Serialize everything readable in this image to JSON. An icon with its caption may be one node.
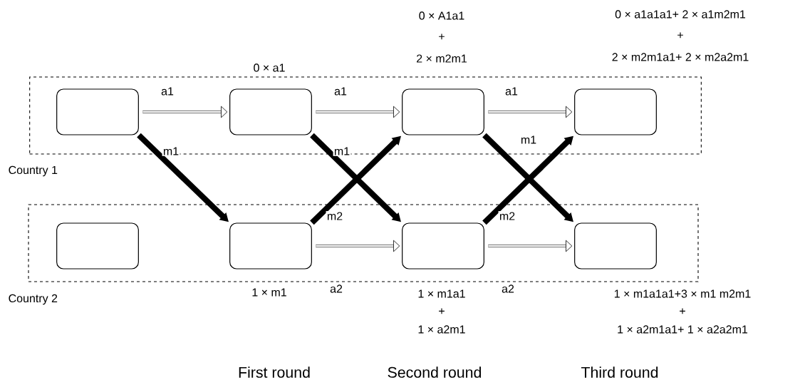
{
  "diagram": {
    "nodes": [
      {
        "text": [
          "Country 1"
        ]
      },
      {
        "text": [],
        "shape": "box",
        "in": 0
      },
      {
        "text": [],
        "shape": "box",
        "in": 0,
        "beside": [
          "0 × a1"
        ]
      },
      {
        "text": [],
        "shape": "box",
        "in": 0,
        "beside": [
          "0 × A1a1",
          "+",
          "2 × m2m1"
        ]
      },
      {
        "text": [],
        "shape": "box",
        "in": 0,
        "beside": [
          "0 × a1a1a1+ 2 × a1m2m1",
          "+",
          "2 × m2m1a1+ 2 × m2a2m1"
        ]
      },
      {
        "text": [
          "Country 2"
        ]
      },
      {
        "text": [],
        "shape": "box",
        "in": 5
      },
      {
        "text": [],
        "shape": "box",
        "in": 5,
        "beside": [
          "1 × m1"
        ]
      },
      {
        "text": [],
        "shape": "box",
        "in": 5,
        "beside": [
          "1 × m1a1",
          "+",
          "1 × a2m1"
        ]
      },
      {
        "text": [],
        "shape": "box",
        "in": 5,
        "beside": [
          "1 × m1a1a1+3 × m1 m2m1",
          "+",
          "1 × a2m1a1+ 1 × a2a2m1"
        ]
      }
    ],
    "edges": [
      {
        "from": 1,
        "to": 2,
        "arrow": "to",
        "label": "a1"
      },
      {
        "from": 2,
        "to": 3,
        "arrow": "to",
        "label": "a1"
      },
      {
        "from": 3,
        "to": 4,
        "arrow": "to",
        "label": "a1"
      },
      {
        "from": 1,
        "to": 7,
        "arrow": "to",
        "label": "m1",
        "style": "thick"
      },
      {
        "from": 2,
        "to": 8,
        "arrow": "to",
        "label": "m1",
        "style": "thick"
      },
      {
        "from": 7,
        "to": 3,
        "arrow": "to",
        "label": "m2",
        "style": "thick"
      },
      {
        "from": 3,
        "to": 9,
        "arrow": "to",
        "label": "m1",
        "style": "thick"
      },
      {
        "from": 8,
        "to": 4,
        "arrow": "to",
        "label": "m2",
        "style": "thick"
      },
      {
        "from": 7,
        "to": 8,
        "arrow": "to",
        "label": "a2"
      },
      {
        "from": 8,
        "to": 9,
        "arrow": "to",
        "label": "a2"
      }
    ],
    "labels": [
      "First round",
      "Second round",
      "Third round"
    ]
  }
}
